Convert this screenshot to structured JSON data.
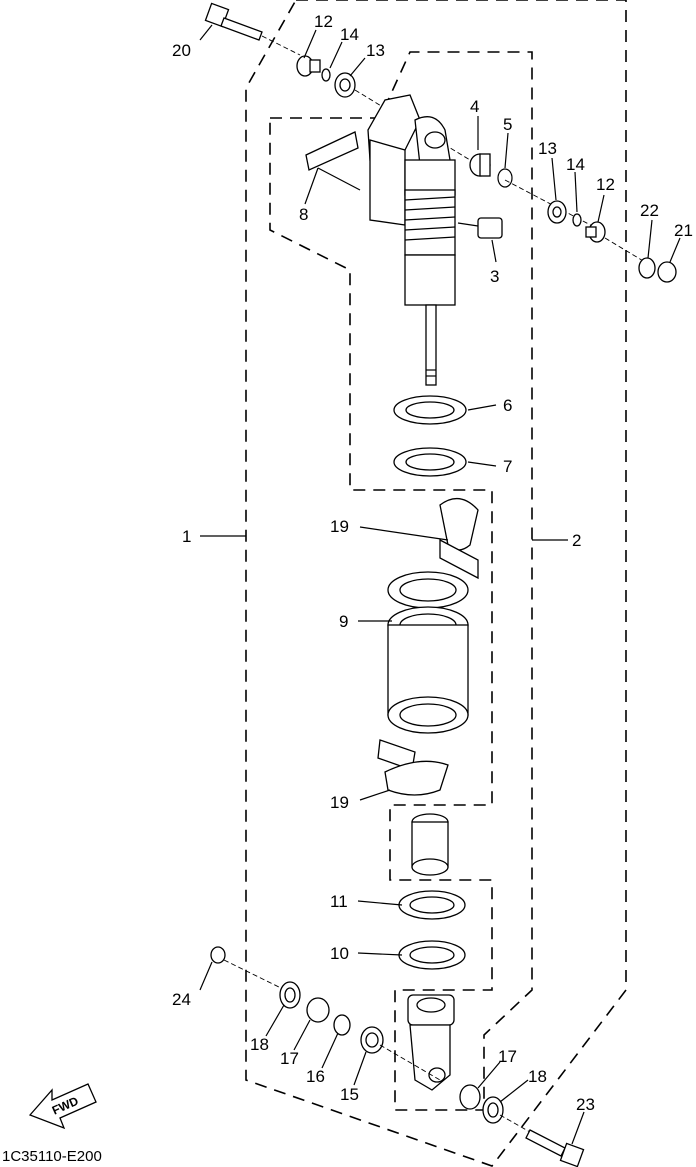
{
  "diagram": {
    "code": "1C35110-E200",
    "fwd_label": "FWD",
    "callouts": [
      {
        "id": "c20",
        "text": "20"
      },
      {
        "id": "c12a",
        "text": "12"
      },
      {
        "id": "c14a",
        "text": "14"
      },
      {
        "id": "c13a",
        "text": "13"
      },
      {
        "id": "c4",
        "text": "4"
      },
      {
        "id": "c5",
        "text": "5"
      },
      {
        "id": "c13b",
        "text": "13"
      },
      {
        "id": "c14b",
        "text": "14"
      },
      {
        "id": "c12b",
        "text": "12"
      },
      {
        "id": "c22",
        "text": "22"
      },
      {
        "id": "c21",
        "text": "21"
      },
      {
        "id": "c8",
        "text": "8"
      },
      {
        "id": "c3",
        "text": "3"
      },
      {
        "id": "c6",
        "text": "6"
      },
      {
        "id": "c7",
        "text": "7"
      },
      {
        "id": "c1",
        "text": "1"
      },
      {
        "id": "c2",
        "text": "2"
      },
      {
        "id": "c19a",
        "text": "19"
      },
      {
        "id": "c9",
        "text": "9"
      },
      {
        "id": "c19b",
        "text": "19"
      },
      {
        "id": "c11",
        "text": "11"
      },
      {
        "id": "c10",
        "text": "10"
      },
      {
        "id": "c24",
        "text": "24"
      },
      {
        "id": "c18a",
        "text": "18"
      },
      {
        "id": "c17a",
        "text": "17"
      },
      {
        "id": "c16",
        "text": "16"
      },
      {
        "id": "c15",
        "text": "15"
      },
      {
        "id": "c17b",
        "text": "17"
      },
      {
        "id": "c18b",
        "text": "18"
      },
      {
        "id": "c23",
        "text": "23"
      }
    ]
  }
}
